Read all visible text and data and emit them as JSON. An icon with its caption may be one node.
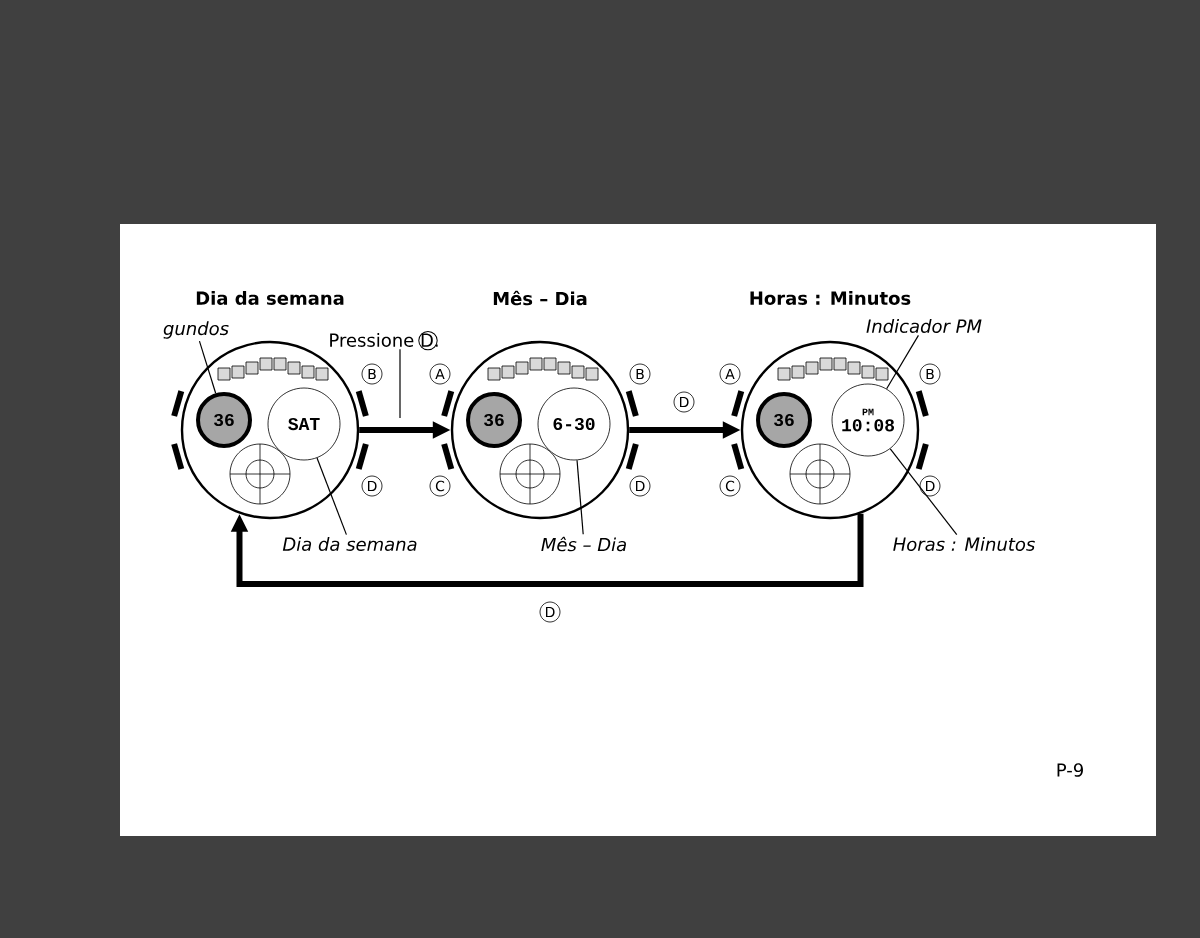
{
  "diagram": {
    "nodes": [
      {
        "text": [
          "Dia da semana"
        ]
      },
      {
        "text": [
          "36"
        ],
        "in": 0
      },
      {
        "text": [
          "SAT"
        ],
        "in": 0
      },
      {
        "text": [
          "Mês – Dia"
        ]
      },
      {
        "text": [
          "36"
        ],
        "in": 3
      },
      {
        "text": [
          "6-30"
        ],
        "in": 3
      },
      {
        "text": [
          "Horas : Minutos"
        ]
      },
      {
        "text": [
          "36"
        ],
        "in": 6
      },
      {
        "text": [
          "PM",
          "10:08"
        ],
        "in": 6
      },
      {
        "text": [
          "Dia da semana"
        ]
      },
      {
        "text": [
          "Mês – Dia"
        ]
      },
      {
        "text": [
          "Horas : Minutos"
        ]
      },
      {
        "text": [
          "Indicador PM"
        ]
      },
      {
        "text": [
          "gundos"
        ]
      },
      {
        "text": [
          "Pressione D."
        ]
      },
      {
        "text": [
          "B"
        ]
      },
      {
        "text": [
          "D"
        ]
      },
      {
        "text": [
          "A"
        ]
      },
      {
        "text": [
          "B"
        ]
      },
      {
        "text": [
          "C"
        ]
      },
      {
        "text": [
          "D"
        ]
      },
      {
        "text": [
          "A"
        ]
      },
      {
        "text": [
          "B"
        ]
      },
      {
        "text": [
          "C"
        ]
      },
      {
        "text": [
          "D"
        ]
      }
    ],
    "edges": [
      {
        "from": 0,
        "to": 3,
        "arrow": "to",
        "style": "thick"
      },
      {
        "from": 3,
        "to": 6,
        "arrow": "to",
        "style": "thick",
        "label": "D"
      },
      {
        "from": 6,
        "to": 0,
        "arrow": "to",
        "style": "thick",
        "label": "D"
      },
      {
        "from": 9,
        "to": 2,
        "arrow": "none"
      },
      {
        "from": 10,
        "to": 5,
        "arrow": "none"
      },
      {
        "from": 11,
        "to": 8,
        "arrow": "none"
      },
      {
        "from": 12,
        "to": 8,
        "arrow": "none"
      },
      {
        "from": 13,
        "to": 1,
        "arrow": "none"
      },
      {
        "from": 14,
        "to": null,
        "arrow": "none"
      }
    ],
    "labels": [
      "P-9"
    ]
  }
}
